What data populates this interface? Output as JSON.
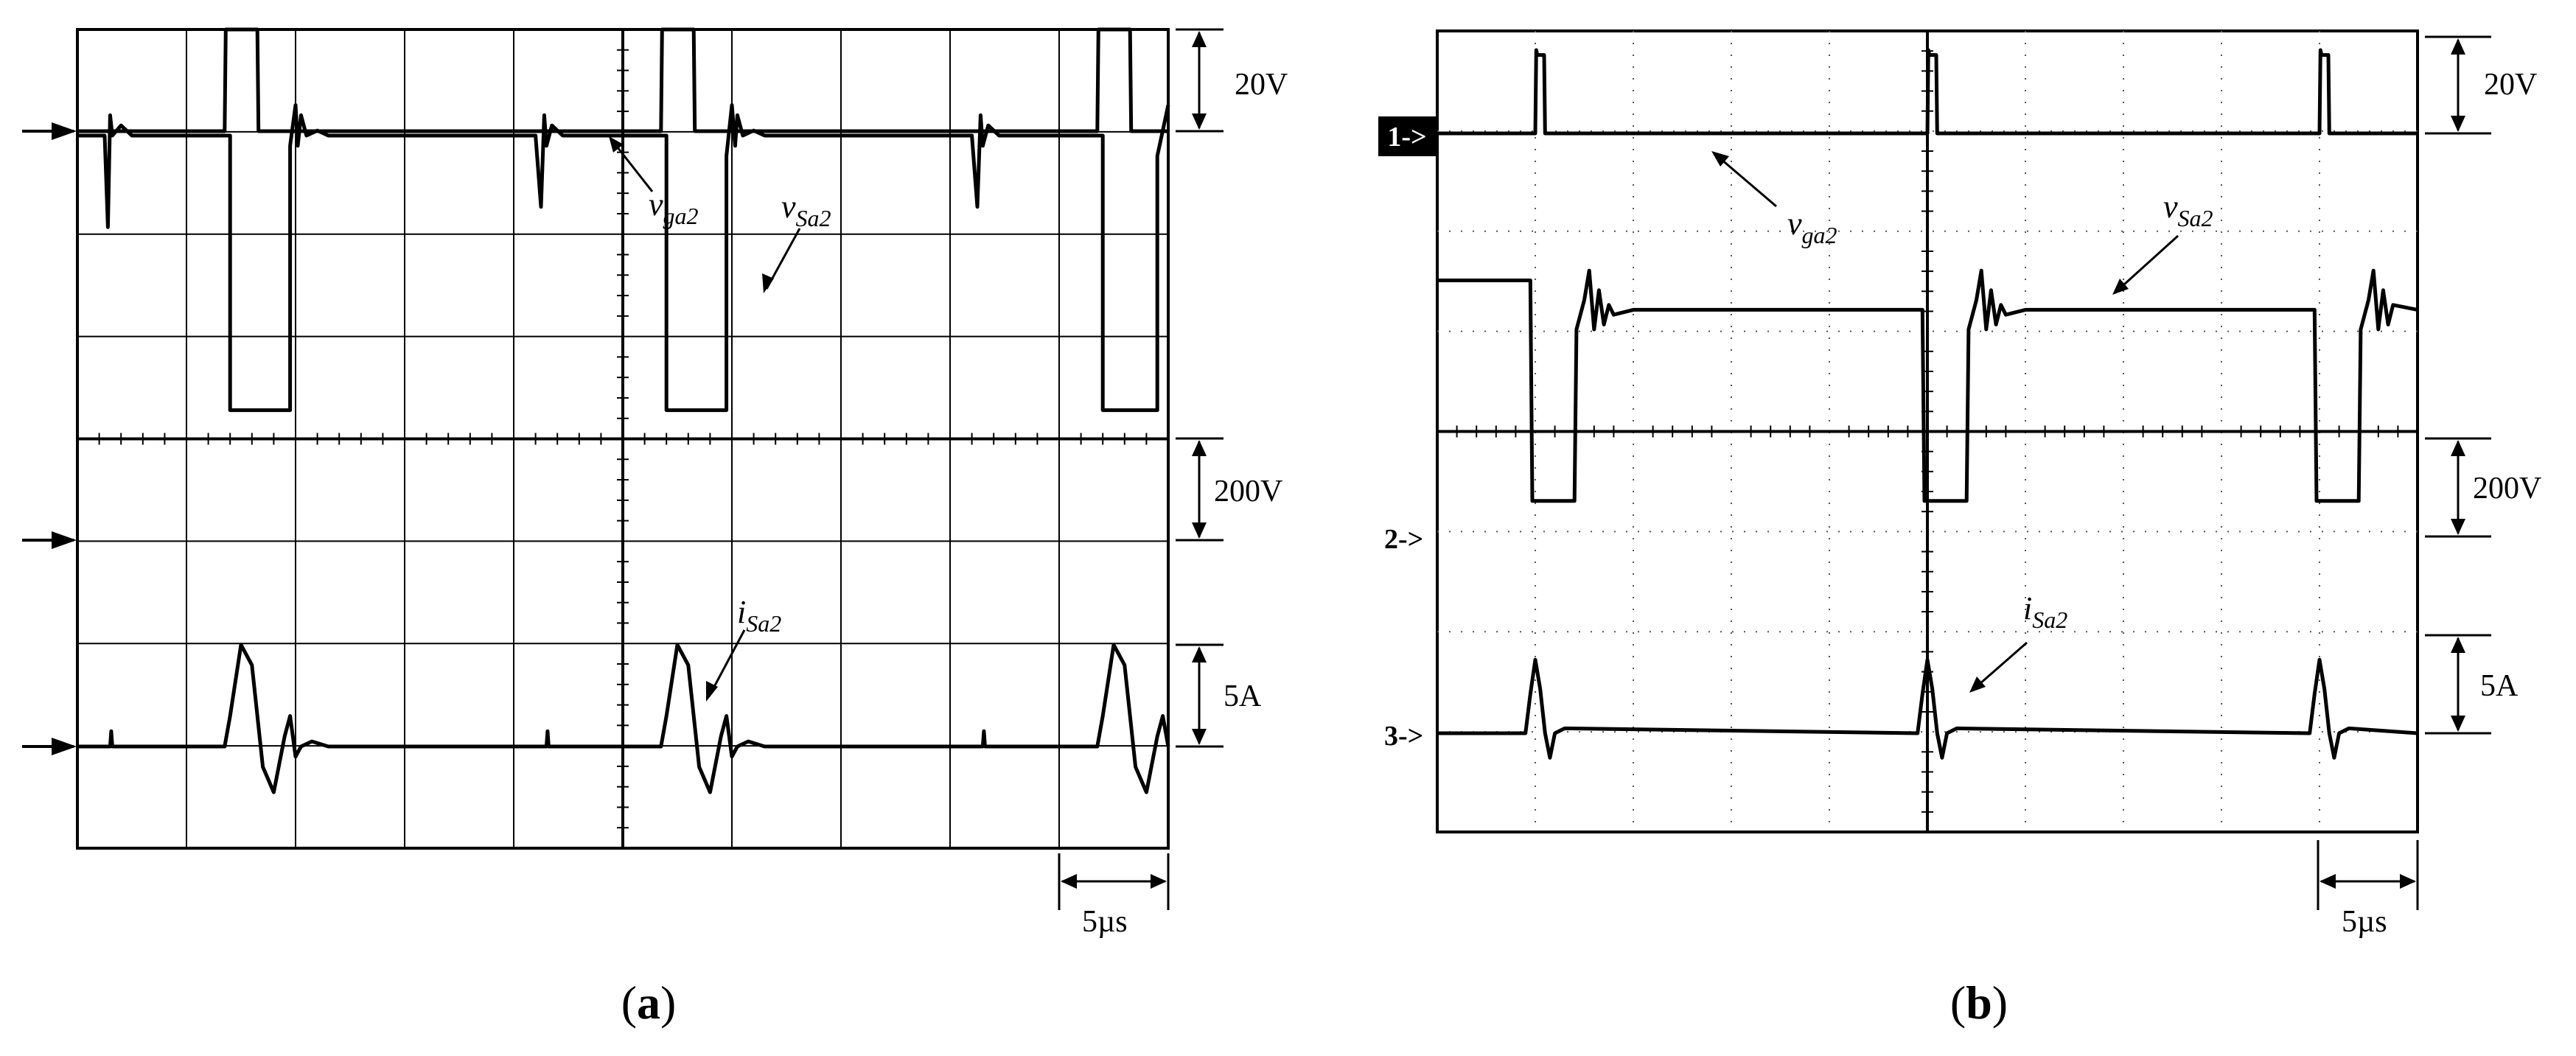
{
  "figure": {
    "panel_a_label": "a",
    "panel_b_label": "b"
  },
  "chart_data": [
    {
      "type": "line",
      "panel": "a",
      "grid": "10 x 8 divisions, solid",
      "scales": {
        "gate": "20V",
        "voltage": "200V",
        "current": "5A",
        "time": "5µs"
      },
      "annotations": [
        "vga2",
        "vSa2",
        "iSa2"
      ],
      "series": [
        {
          "name": "vga2",
          "x": [
            0,
            1.35,
            1.36,
            1.65,
            1.66,
            5.35,
            5.36,
            5.65,
            5.66,
            9.35,
            9.36,
            9.65,
            9.66,
            10
          ],
          "y": [
            0,
            0,
            1,
            1,
            0,
            0,
            1,
            1,
            0,
            0,
            1,
            1,
            0,
            0
          ]
        },
        {
          "name": "vSa2",
          "x": [
            0,
            0.25,
            0.28,
            0.3,
            0.32,
            0.4,
            0.5,
            1.4,
            1.4,
            1.95,
            1.95,
            2.0,
            2.02,
            2.05,
            2.1,
            2.2,
            2.3,
            4.2,
            4.25,
            4.28,
            4.3,
            4.35,
            4.45,
            5.4,
            5.4,
            5.95,
            5.95,
            6.0,
            6.03,
            6.05,
            6.1,
            6.2,
            6.3,
            8.2,
            8.25,
            8.28,
            8.3,
            8.35,
            8.45,
            9.4,
            9.4,
            9.9,
            9.9,
            10
          ],
          "y": [
            2.0,
            2.0,
            1.1,
            2.2,
            2.0,
            2.1,
            2.0,
            2.0,
            -0.7,
            -0.7,
            1.9,
            2.3,
            1.9,
            2.2,
            2.0,
            2.05,
            2.0,
            2.0,
            1.3,
            2.2,
            1.9,
            2.1,
            2.0,
            2.0,
            -0.7,
            -0.7,
            1.8,
            2.3,
            1.9,
            2.2,
            2.0,
            2.05,
            2.0,
            2.0,
            1.3,
            2.2,
            1.9,
            2.1,
            2.0,
            2.0,
            -0.7,
            -0.7,
            1.8,
            2.3
          ]
        },
        {
          "name": "iSa2",
          "x": [
            0,
            0.3,
            0.31,
            0.32,
            1.35,
            1.4,
            1.5,
            1.6,
            1.7,
            1.8,
            1.9,
            1.95,
            2.0,
            2.05,
            2.15,
            2.3,
            4.3,
            4.31,
            4.32,
            5.35,
            5.4,
            5.5,
            5.6,
            5.7,
            5.8,
            5.9,
            5.95,
            6.0,
            6.05,
            6.15,
            6.3,
            8.3,
            8.31,
            8.32,
            9.35,
            9.4,
            9.5,
            9.6,
            9.7,
            9.8,
            9.9,
            9.95,
            10
          ],
          "y": [
            0,
            0,
            0.15,
            0,
            0,
            0.3,
            1.0,
            0.8,
            -0.2,
            -0.45,
            0.1,
            0.3,
            -0.1,
            0,
            0.05,
            0,
            0,
            0.15,
            0,
            0,
            0.3,
            1.0,
            0.8,
            -0.2,
            -0.45,
            0.1,
            0.3,
            -0.1,
            0,
            0.05,
            0,
            0,
            0.15,
            0,
            0,
            0.3,
            1.0,
            0.8,
            -0.2,
            -0.45,
            0.1,
            0.3,
            0
          ]
        }
      ]
    },
    {
      "type": "line",
      "panel": "b",
      "grid": "10 x 8 divisions, dotted",
      "scales": {
        "gate": "20V",
        "voltage": "200V",
        "current": "5A",
        "time": "5µs"
      },
      "channel_markers": [
        "1->",
        "2->",
        "3->"
      ],
      "annotations": [
        "vga2",
        "vSa2",
        "iSa2"
      ],
      "series": [
        {
          "name": "vga2",
          "x": [
            0,
            1.0,
            1.01,
            1.02,
            1.08,
            1.09,
            1.1,
            5.0,
            5.01,
            5.02,
            5.08,
            5.09,
            5.1,
            9.0,
            9.01,
            9.02,
            9.08,
            9.09,
            9.1,
            10
          ],
          "y": [
            0,
            0,
            0.85,
            0.8,
            0.8,
            0.8,
            0,
            0,
            0.85,
            0.8,
            0.8,
            0.8,
            0,
            0,
            0.85,
            0.8,
            0.8,
            0.8,
            0,
            0
          ]
        },
        {
          "name": "vSa2",
          "x": [
            0,
            0.95,
            0.97,
            1.4,
            1.42,
            1.5,
            1.55,
            1.6,
            1.65,
            1.7,
            1.75,
            1.8,
            2.0,
            4.9,
            4.95,
            4.97,
            5.4,
            5.42,
            5.5,
            5.55,
            5.6,
            5.65,
            5.7,
            5.75,
            5.8,
            6.0,
            8.9,
            8.95,
            8.97,
            9.4,
            9.42,
            9.5,
            9.55,
            9.6,
            9.65,
            9.7,
            9.75,
            10
          ],
          "y": [
            1.5,
            1.5,
            -0.75,
            -0.75,
            1.0,
            1.3,
            1.6,
            1.0,
            1.4,
            1.05,
            1.25,
            1.15,
            1.2,
            1.2,
            1.2,
            -0.75,
            -0.75,
            1.0,
            1.3,
            1.6,
            1.0,
            1.4,
            1.05,
            1.25,
            1.15,
            1.2,
            1.2,
            1.2,
            -0.75,
            -0.75,
            1.0,
            1.3,
            1.6,
            1.0,
            1.4,
            1.05,
            1.25,
            1.2
          ]
        },
        {
          "name": "iSa2",
          "x": [
            0,
            0.9,
            0.95,
            1.0,
            1.05,
            1.1,
            1.15,
            1.2,
            1.3,
            4.9,
            4.95,
            5.0,
            5.05,
            5.1,
            5.15,
            5.2,
            5.3,
            8.9,
            8.95,
            9.0,
            9.05,
            9.1,
            9.15,
            9.2,
            9.3,
            10
          ],
          "y": [
            0,
            0,
            0.4,
            0.75,
            0.45,
            0,
            -0.25,
            0,
            0.05,
            0,
            0.4,
            0.75,
            0.45,
            0,
            -0.25,
            0,
            0.05,
            0,
            0.4,
            0.75,
            0.45,
            0,
            -0.25,
            0,
            0.05,
            0
          ]
        }
      ]
    }
  ]
}
